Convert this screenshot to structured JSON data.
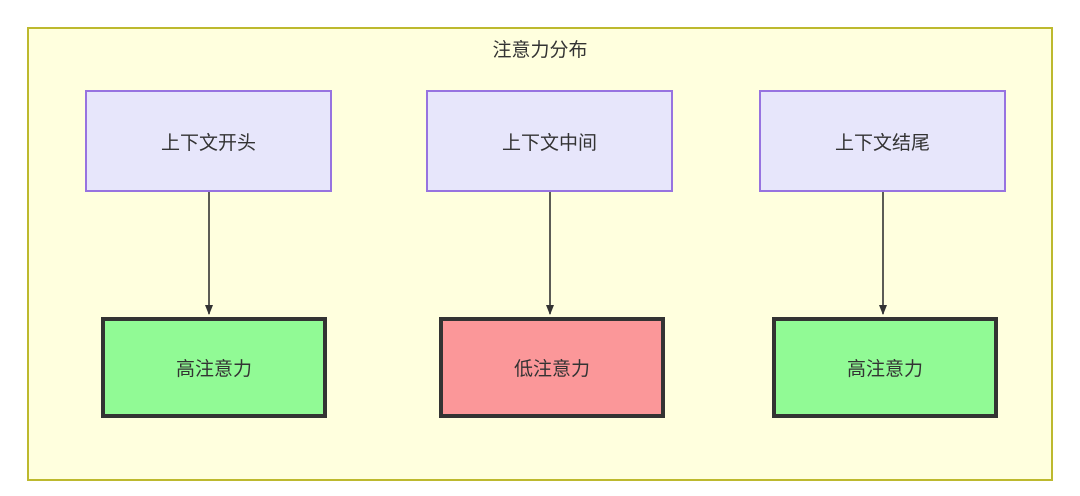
{
  "diagram": {
    "title": "注意力分布",
    "colors": {
      "container_fill": "#ffffde",
      "container_border": "#bdb92e",
      "context_fill": "#e7e6fb",
      "context_border": "#9773e0",
      "high_attention_fill": "#91fa95",
      "low_attention_fill": "#fb9799",
      "attention_border": "#333333",
      "edge": "#333333",
      "text": "#333333"
    },
    "nodes": {
      "context_start": "上下文开头",
      "context_middle": "上下文中间",
      "context_end": "上下文结尾",
      "attention_start": "高注意力",
      "attention_middle": "低注意力",
      "attention_end": "高注意力"
    },
    "edges": [
      {
        "from": "上下文开头",
        "to": "高注意力",
        "label": ""
      },
      {
        "from": "上下文中间",
        "to": "低注意力",
        "label": ""
      },
      {
        "from": "上下文结尾",
        "to": "高注意力",
        "label": ""
      }
    ]
  }
}
